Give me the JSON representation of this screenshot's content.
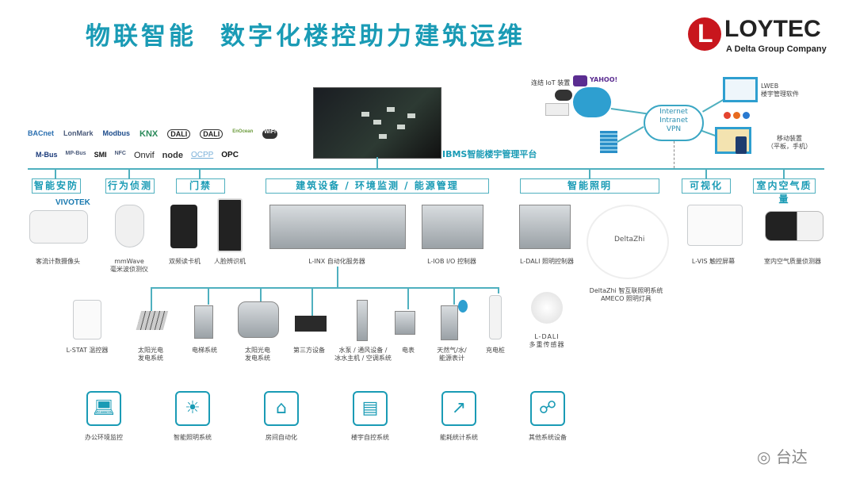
{
  "title": {
    "part1": "物联智能",
    "part2": "数字化楼控助力建筑运维"
  },
  "logo": {
    "name": "LOYTEC",
    "subtitle": "A Delta Group Company"
  },
  "platform": {
    "label": "IBMS智能楼宇管理平台"
  },
  "protocols": {
    "row1": [
      "BACnet",
      "LonMark",
      "Modbus",
      "KNX",
      "DALI",
      "DALI",
      "EnOcean",
      "WiFi"
    ],
    "row2": [
      "M-Bus",
      "MP-Bus",
      "SMI",
      "NFC",
      "Onvif",
      "node",
      "OCPP",
      "OPC"
    ]
  },
  "cloud": {
    "lines": [
      "Internet",
      "Intranet",
      "VPN"
    ],
    "iot_label": "连结 IoT 装置",
    "yahoo": "YAHOO!",
    "lweb": [
      "LWEB",
      "楼宇管理软件"
    ],
    "mobile": [
      "移动装置",
      "（平板，手机）"
    ]
  },
  "categories": [
    "智能安防",
    "行为侦测",
    "门禁",
    "建筑设备 / 环境监测 / 能源管理",
    "智能照明",
    "可视化",
    "室内空气质量"
  ],
  "vivotek": "VIVOTEK",
  "products": [
    {
      "label": [
        "客流计数摄像头"
      ]
    },
    {
      "label": [
        "mmWave",
        "毫米波侦测仪"
      ]
    },
    {
      "label": [
        "双频读卡机"
      ]
    },
    {
      "label": [
        "人脸辨识机"
      ]
    },
    {
      "label": [
        "L-INX 自动化服务器"
      ]
    },
    {
      "label": [
        "L-IOB I/O 控制器"
      ]
    },
    {
      "label": [
        "L-DALI 照明控制器"
      ]
    },
    {
      "label": [
        "DeltaZhi 智互联照明系统",
        "AMECO 照明灯具"
      ]
    },
    {
      "label": [
        "L-VIS 触控屏幕"
      ]
    },
    {
      "label": [
        "室内空气质量侦测器"
      ]
    }
  ],
  "deltazhi": "DeltaZhi",
  "devices": [
    {
      "label": [
        "L-STAT 温控器"
      ]
    },
    {
      "label": [
        "太阳光电",
        "发电系统"
      ]
    },
    {
      "label": [
        "电梯系统"
      ]
    },
    {
      "label": [
        "太阳光电",
        "发电系统"
      ]
    },
    {
      "label": [
        "第三方设备"
      ]
    },
    {
      "label": [
        "水泵 / 通风设备 /",
        "冰水主机 / 空调系统"
      ]
    },
    {
      "label": [
        "电表"
      ]
    },
    {
      "label": [
        "天然气/水/",
        "能源表计"
      ]
    },
    {
      "label": [
        "充电桩"
      ]
    },
    {
      "label": [
        "L-DALI",
        "多重传感器"
      ]
    }
  ],
  "systems": [
    {
      "label": "办公环境监控",
      "icon": "laptop-icon"
    },
    {
      "label": "智能照明系统",
      "icon": "bulb-icon"
    },
    {
      "label": "房间自动化",
      "icon": "home-icon"
    },
    {
      "label": "楼宇自控系统",
      "icon": "building-icon"
    },
    {
      "label": "能耗统计系统",
      "icon": "chart-icon"
    },
    {
      "label": "其他系统设备",
      "icon": "network-icon"
    }
  ],
  "watermark": "台达"
}
